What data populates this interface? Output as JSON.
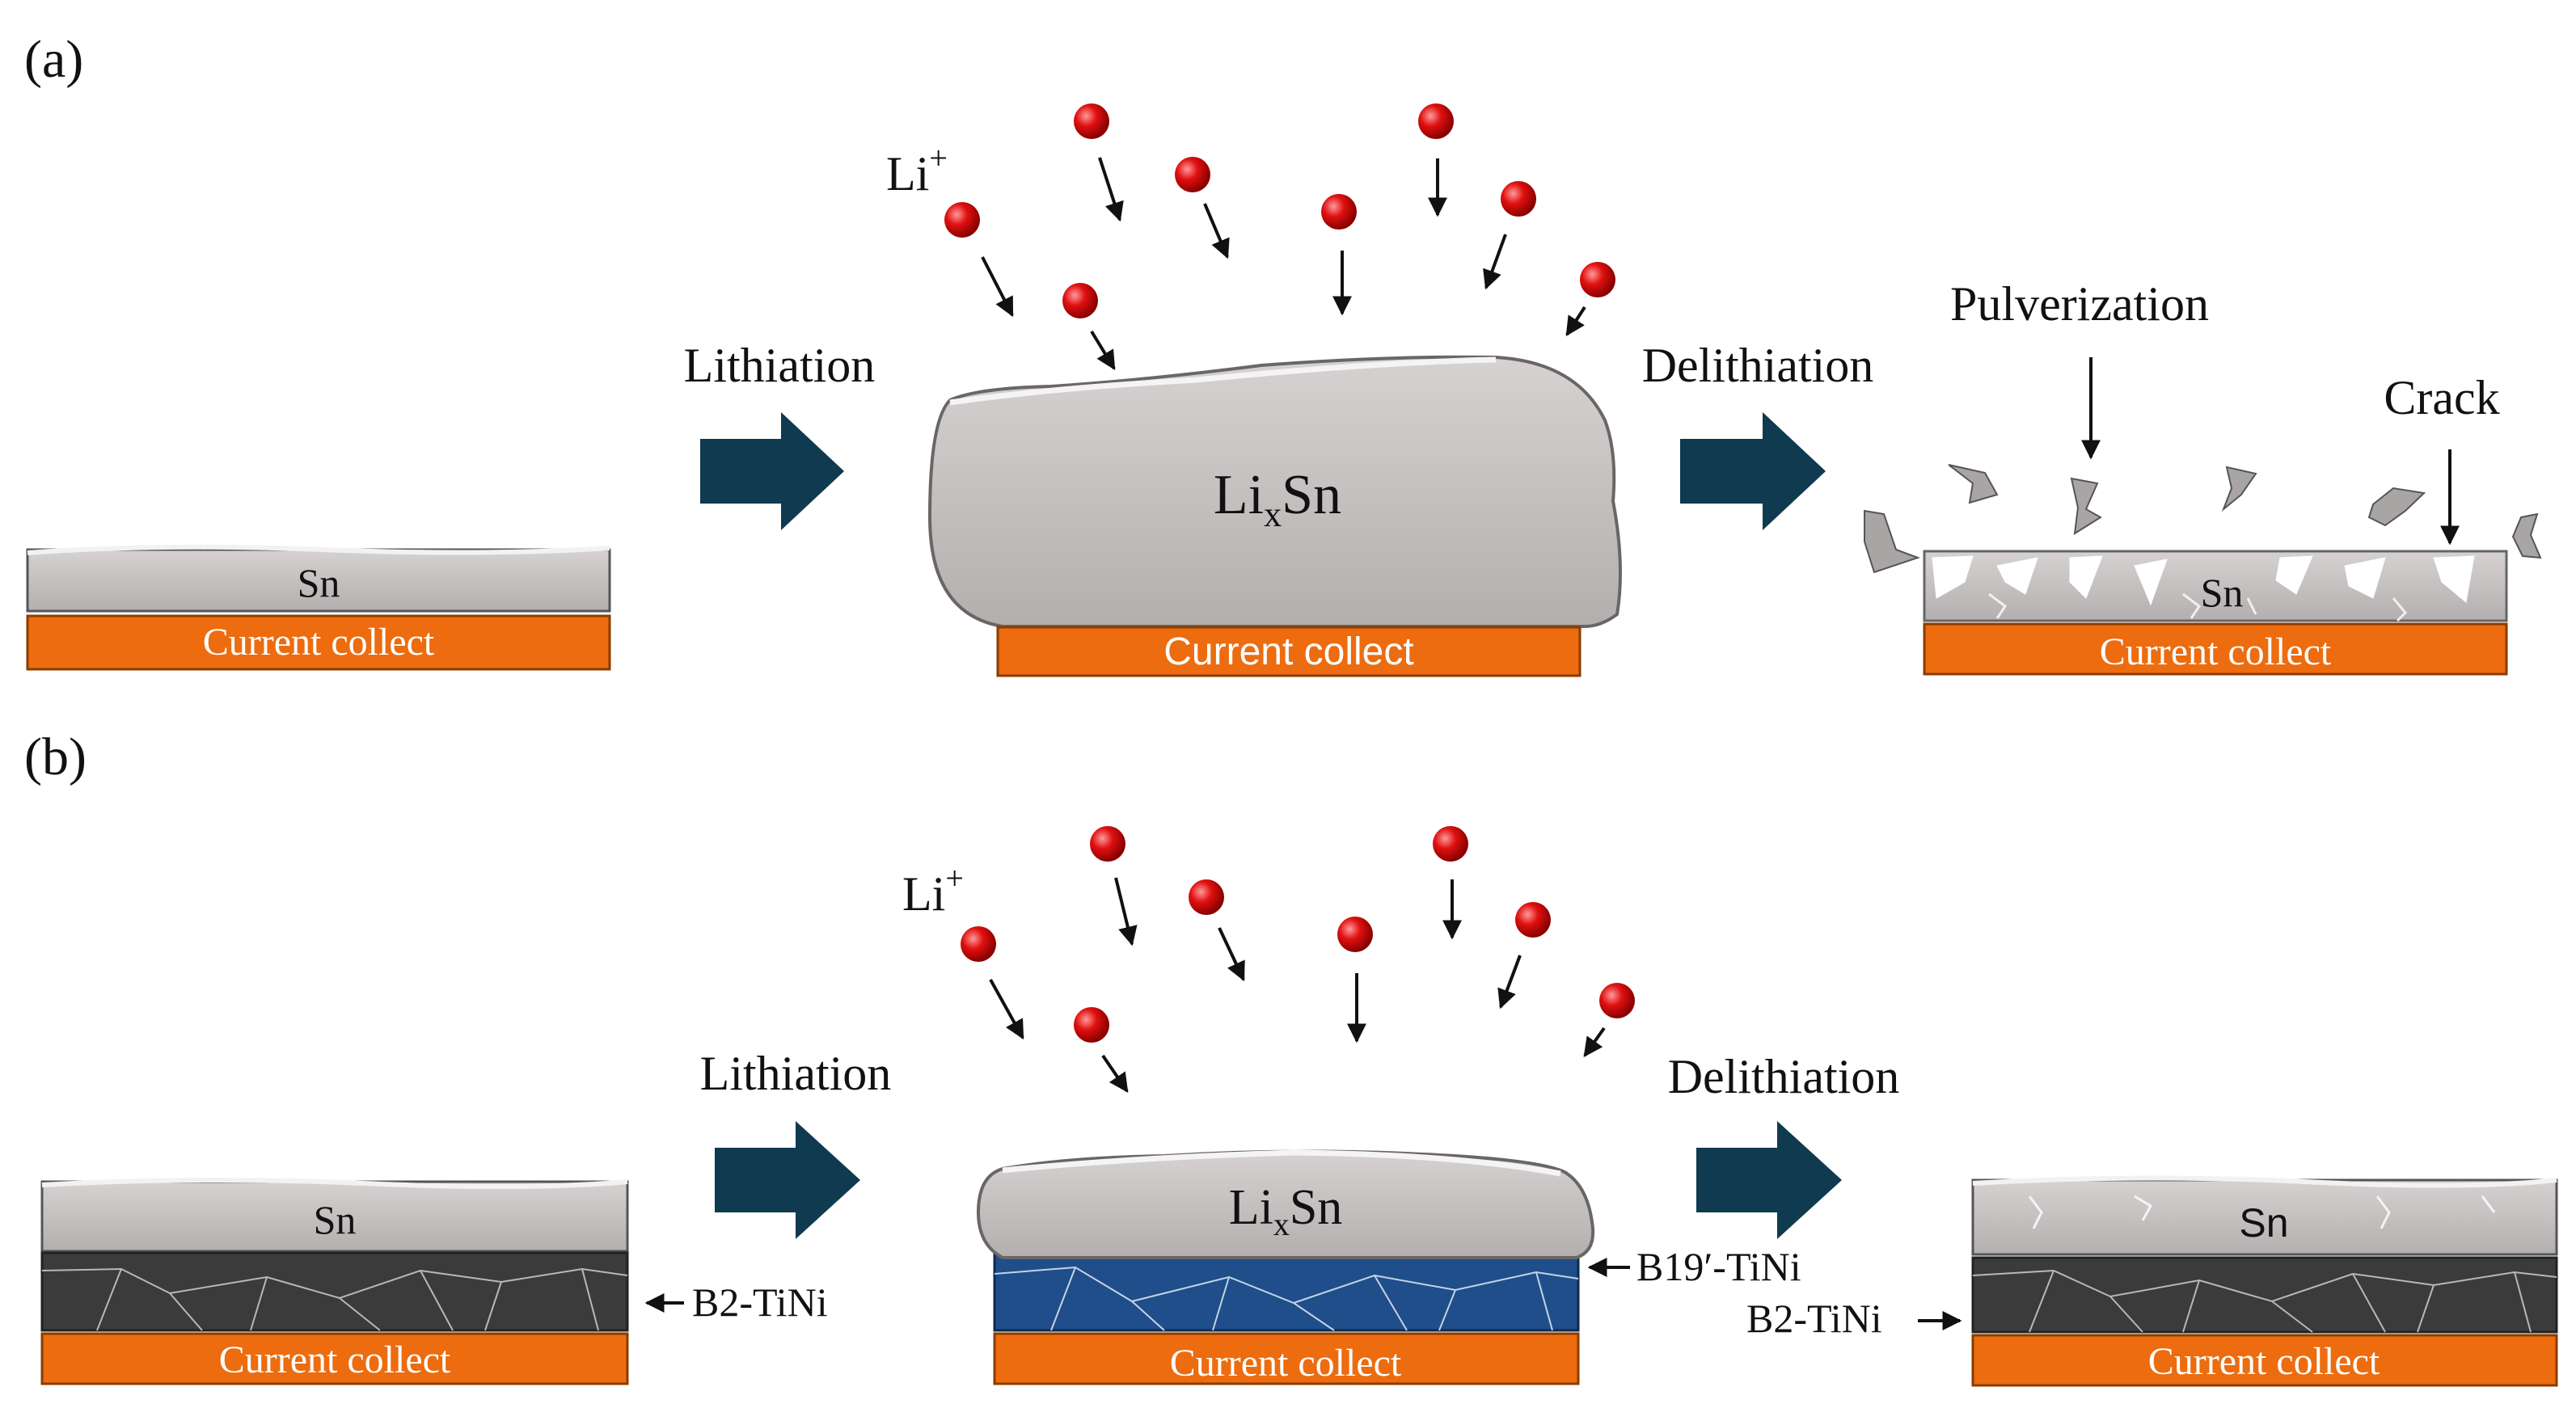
{
  "panels": {
    "a": {
      "label": "(a)",
      "ion_label": "Li",
      "ion_charge": "+",
      "step1_label": "Lithiation",
      "step2_label": "Delithiation",
      "initial_layer": "Sn",
      "lithiated_base": "Li",
      "lithiated_sub": "x",
      "lithiated_rest": "Sn",
      "final_layer": "Sn",
      "collector": "Current collect",
      "pulverization_label": "Pulverization",
      "crack_label": "Crack"
    },
    "b": {
      "label": "(b)",
      "ion_label": "Li",
      "ion_charge": "+",
      "step1_label": "Lithiation",
      "step2_label": "Delithiation",
      "initial_layer": "Sn",
      "lithiated_base": "Li",
      "lithiated_sub": "x",
      "lithiated_rest": "Sn",
      "final_layer": "Sn",
      "collector": "Current collect",
      "b2_left": "B2-TiNi",
      "b19_label": "B19′-TiNi",
      "b2_right": "B2-TiNi"
    }
  },
  "colors": {
    "sn_gray": "#c3bebe",
    "collector_orange": "#ec6c0f",
    "tini_dark": "#3b3b3b",
    "b19_blue": "#1f4e8a",
    "arrow_navy": "#0f3a4f",
    "li_ion_red": "#e01010"
  }
}
